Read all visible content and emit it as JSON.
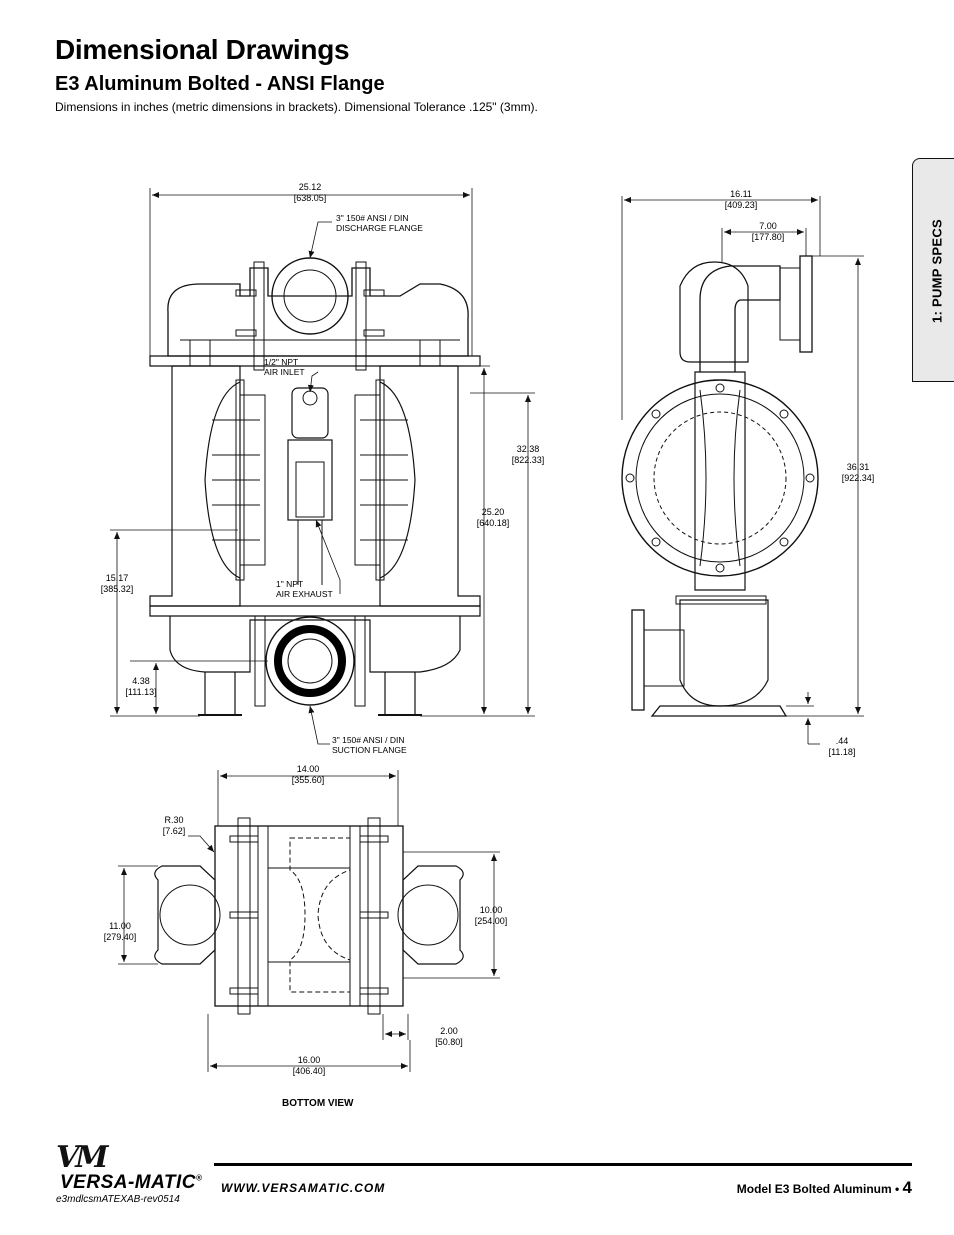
{
  "header": {
    "title": "Dimensional Drawings",
    "subtitle": "E3 Aluminum Bolted - ANSI Flange",
    "note": "Dimensions in inches (metric dimensions in brackets). Dimensional Tolerance .125\" (3mm)."
  },
  "side_tab": {
    "label": "1: PUMP SPECS"
  },
  "front_view": {
    "dims": [
      {
        "id": "overall-width",
        "value": "25.12",
        "metric": "638.05"
      },
      {
        "id": "overall-height",
        "value": "32.38",
        "metric": "822.33"
      },
      {
        "id": "discharge-height",
        "value": "25.20",
        "metric": "640.18"
      },
      {
        "id": "exhaust-height",
        "value": "15.17",
        "metric": "385.32"
      },
      {
        "id": "suction-height",
        "value": "4.38",
        "metric": "111.13"
      }
    ],
    "callouts": [
      {
        "id": "discharge-flange",
        "lines": [
          "3\" 150# ANSI / DIN",
          "DISCHARGE FLANGE"
        ]
      },
      {
        "id": "air-inlet",
        "lines": [
          "1/2\" NPT",
          "AIR INLET"
        ]
      },
      {
        "id": "air-exhaust",
        "lines": [
          "1\" NPT",
          "AIR EXHAUST"
        ]
      },
      {
        "id": "suction-flange",
        "lines": [
          "3\" 150# ANSI / DIN",
          "SUCTION FLANGE"
        ]
      }
    ]
  },
  "side_view": {
    "dims": [
      {
        "id": "overall-depth",
        "value": "16.11",
        "metric": "409.23"
      },
      {
        "id": "flange-offset",
        "value": "7.00",
        "metric": "177.80"
      },
      {
        "id": "side-height",
        "value": "36.31",
        "metric": "922.34"
      },
      {
        "id": "foot-height",
        "value": ".44",
        "metric": "11.18"
      }
    ]
  },
  "bottom_view": {
    "label": "BOTTOM VIEW",
    "dims": [
      {
        "id": "mount-width",
        "value": "14.00",
        "metric": "355.60"
      },
      {
        "id": "slot-radius",
        "value": "R.30",
        "metric": "7.62"
      },
      {
        "id": "overall-depth",
        "value": "11.00",
        "metric": "279.40"
      },
      {
        "id": "mount-depth",
        "value": "10.00",
        "metric": "254.00"
      },
      {
        "id": "slot-length",
        "value": "2.00",
        "metric": "50.80"
      },
      {
        "id": "base-width",
        "value": "16.00",
        "metric": "406.40"
      }
    ]
  },
  "footer": {
    "logo_script": "VM",
    "logo_text": "VERSA-MATIC",
    "logo_mark": "®",
    "website": "WWW.VERSAMATIC.COM",
    "model": "Model E3 Bolted Aluminum •",
    "page": "4",
    "doc_id": "e3mdlcsmATEXAB-rev0514"
  }
}
